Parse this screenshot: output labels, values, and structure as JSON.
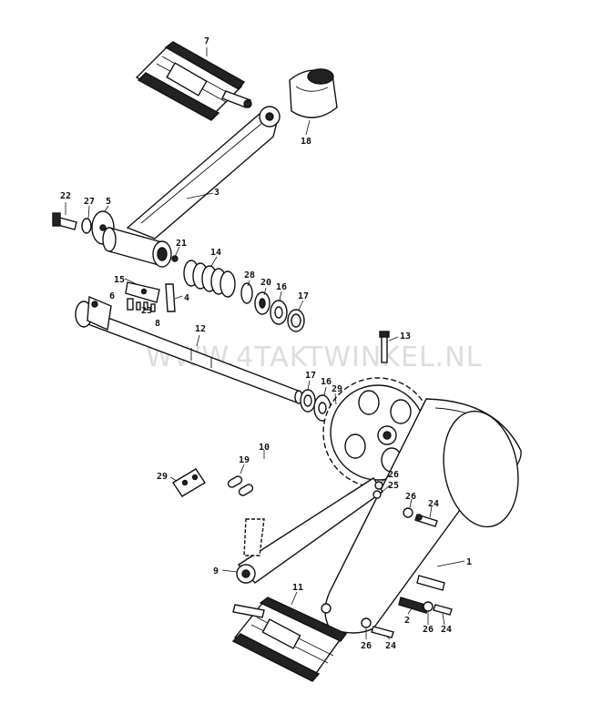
{
  "watermark": "WWW.4TAKTWINKEL.NL",
  "parts": [
    {
      "id": "p7",
      "label": "7"
    },
    {
      "id": "p18",
      "label": "18"
    },
    {
      "id": "p3",
      "label": "3"
    },
    {
      "id": "p22",
      "label": "22"
    },
    {
      "id": "p27",
      "label": "27"
    },
    {
      "id": "p5",
      "label": "5"
    },
    {
      "id": "p21",
      "label": "21"
    },
    {
      "id": "p14",
      "label": "14"
    },
    {
      "id": "p28",
      "label": "28"
    },
    {
      "id": "p20",
      "label": "20"
    },
    {
      "id": "p16a",
      "label": "16"
    },
    {
      "id": "p17a",
      "label": "17"
    },
    {
      "id": "p15",
      "label": "15"
    },
    {
      "id": "p6",
      "label": "6"
    },
    {
      "id": "p23",
      "label": "23"
    },
    {
      "id": "p8",
      "label": "8"
    },
    {
      "id": "p4",
      "label": "4"
    },
    {
      "id": "p12",
      "label": "12"
    },
    {
      "id": "p13",
      "label": "13"
    },
    {
      "id": "p17b",
      "label": "17"
    },
    {
      "id": "p16b",
      "label": "16"
    },
    {
      "id": "p29a",
      "label": "29"
    },
    {
      "id": "p10",
      "label": "10"
    },
    {
      "id": "p19",
      "label": "19"
    },
    {
      "id": "p29b",
      "label": "29"
    },
    {
      "id": "p26a",
      "label": "26"
    },
    {
      "id": "p25",
      "label": "25"
    },
    {
      "id": "p26b",
      "label": "26"
    },
    {
      "id": "p24a",
      "label": "24"
    },
    {
      "id": "p1",
      "label": "1"
    },
    {
      "id": "p9",
      "label": "9"
    },
    {
      "id": "p11",
      "label": "11"
    },
    {
      "id": "p2",
      "label": "2"
    },
    {
      "id": "p26c",
      "label": "26"
    },
    {
      "id": "p24b",
      "label": "24"
    },
    {
      "id": "p26d",
      "label": "26"
    },
    {
      "id": "p24c",
      "label": "24"
    }
  ]
}
